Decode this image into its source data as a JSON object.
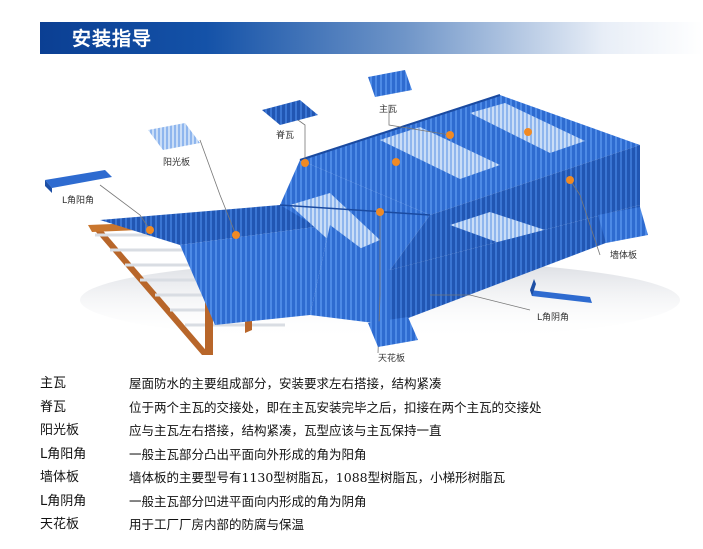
{
  "header": {
    "title": "安装指导"
  },
  "diagram_labels": {
    "main_tile": "主瓦",
    "ridge_tile": "脊瓦",
    "skylight": "阳光板",
    "l_outer": "L角阳角",
    "wall": "墙体板",
    "l_inner": "L角阴角",
    "ceiling": "天花板"
  },
  "colors": {
    "header_blue": "#0b3f93",
    "roof_blue": "#2f6fd1",
    "dot_orange": "#f08a24"
  },
  "legend": [
    {
      "term": "主瓦",
      "desc": "屋面防水的主要组成部分，安装要求左右搭接，结构紧凑"
    },
    {
      "term": "脊瓦",
      "desc": "位于两个主瓦的交接处，即在主瓦安装完毕之后，扣接在两个主瓦的交接处"
    },
    {
      "term": "阳光板",
      "desc": "应与主瓦左右搭接，结构紧凑，瓦型应该与主瓦保持一直"
    },
    {
      "term": "L角阳角",
      "desc": "一般主瓦部分凸出平面向外形成的角为阳角"
    },
    {
      "term": "墙体板",
      "desc": "墙体板的主要型号有1130型树脂瓦，1088型树脂瓦，小梯形树脂瓦"
    },
    {
      "term": "L角阴角",
      "desc": "一般主瓦部分凹进平面向内形成的角为阴角"
    },
    {
      "term": "天花板",
      "desc": "用于工厂厂房内部的防腐与保温"
    }
  ]
}
